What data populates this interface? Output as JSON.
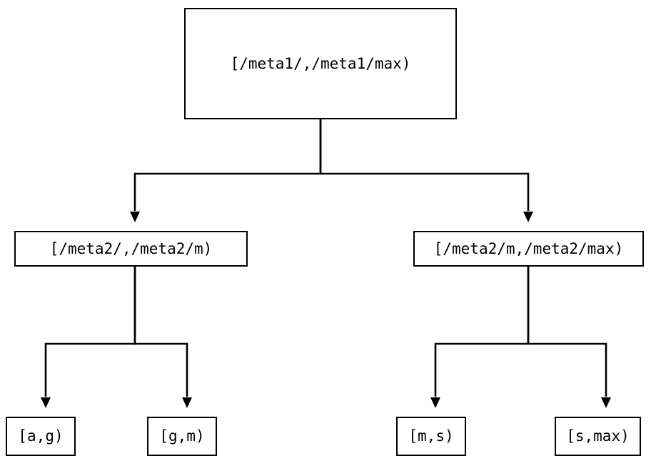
{
  "diagram": {
    "kind": "range-partition-tree",
    "orientation": "top-down",
    "background_color": "#ffffff",
    "line_color": "#000000",
    "text_color": "#000000",
    "nodes": {
      "root": {
        "label": "[/meta1/,/meta1/max)"
      },
      "mid_left": {
        "label": "[/meta2/,/meta2/m)"
      },
      "mid_right": {
        "label": "[/meta2/m,/meta2/max)"
      },
      "leaf_ag": {
        "label": "[a,g)"
      },
      "leaf_gm": {
        "label": "[g,m)"
      },
      "leaf_ms": {
        "label": "[m,s)"
      },
      "leaf_smax": {
        "label": "[s,max)"
      }
    },
    "edges": [
      {
        "from": "root",
        "to": "mid_left",
        "arrowhead": "filled-triangle-down"
      },
      {
        "from": "root",
        "to": "mid_right",
        "arrowhead": "filled-triangle-down"
      },
      {
        "from": "mid_left",
        "to": "leaf_ag",
        "arrowhead": "filled-triangle-down"
      },
      {
        "from": "mid_left",
        "to": "leaf_gm",
        "arrowhead": "filled-triangle-down"
      },
      {
        "from": "mid_right",
        "to": "leaf_ms",
        "arrowhead": "filled-triangle-down"
      },
      {
        "from": "mid_right",
        "to": "leaf_smax",
        "arrowhead": "filled-triangle-down"
      }
    ]
  }
}
